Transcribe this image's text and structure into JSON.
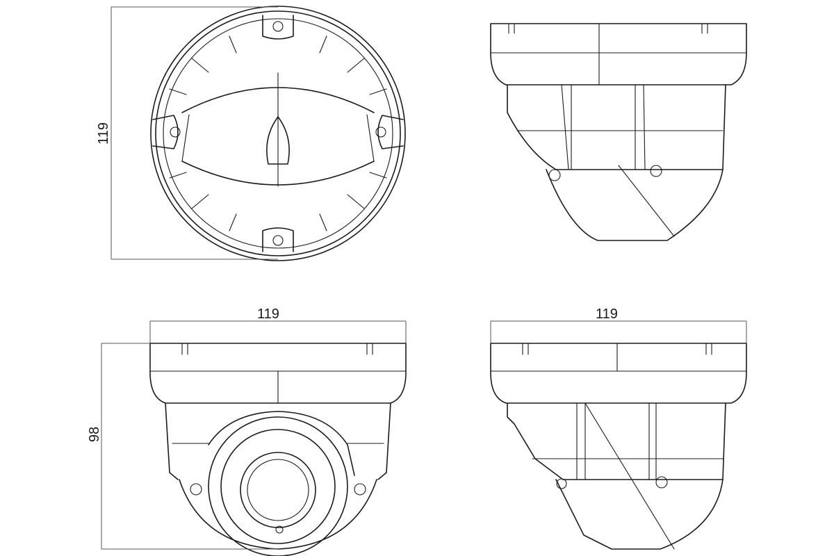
{
  "dimensions": {
    "top_view_height": "119",
    "front_view_width": "119",
    "side_view_width": "119",
    "front_view_height": "98"
  },
  "colors": {
    "line": "#1a1a1a",
    "dimension_line": "#555555",
    "background": "#ffffff"
  }
}
